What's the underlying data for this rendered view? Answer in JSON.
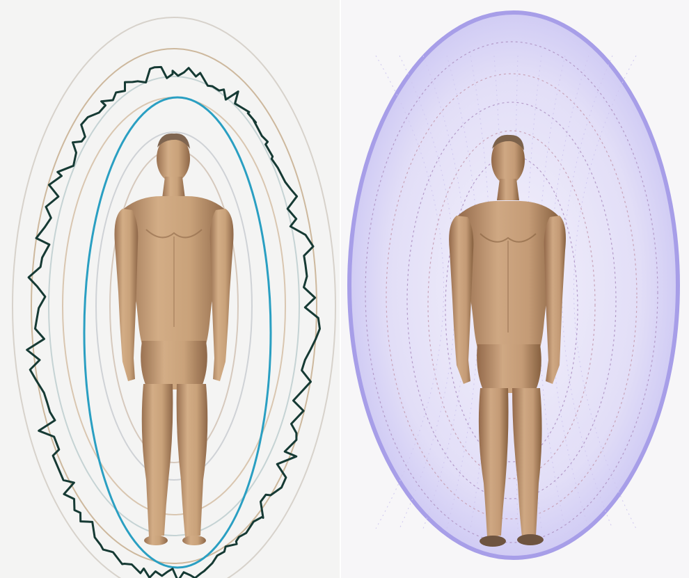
{
  "scene": {
    "left_panel": {
      "subject": "standing-human-figure",
      "aura_style": "contour-rings-with-jagged-outline",
      "colors": {
        "background": "#f4f4f3",
        "skin": "#c9a27a",
        "skin_shadow": "#9a7252",
        "jagged_outline": "#163a34",
        "inner_oval": "#2a9fc2",
        "rings": "#c9c3bb"
      }
    },
    "right_panel": {
      "subject": "standing-human-figure-three-quarter-view",
      "aura_style": "violet-mesh-ellipsoid",
      "colors": {
        "background": "#f7f6f8",
        "skin": "#c49b76",
        "skin_shadow": "#93694a",
        "aura_fill": "#c9c4f3",
        "aura_edge": "#a79ee8",
        "mesh_lines": "#b39ac8"
      }
    }
  }
}
